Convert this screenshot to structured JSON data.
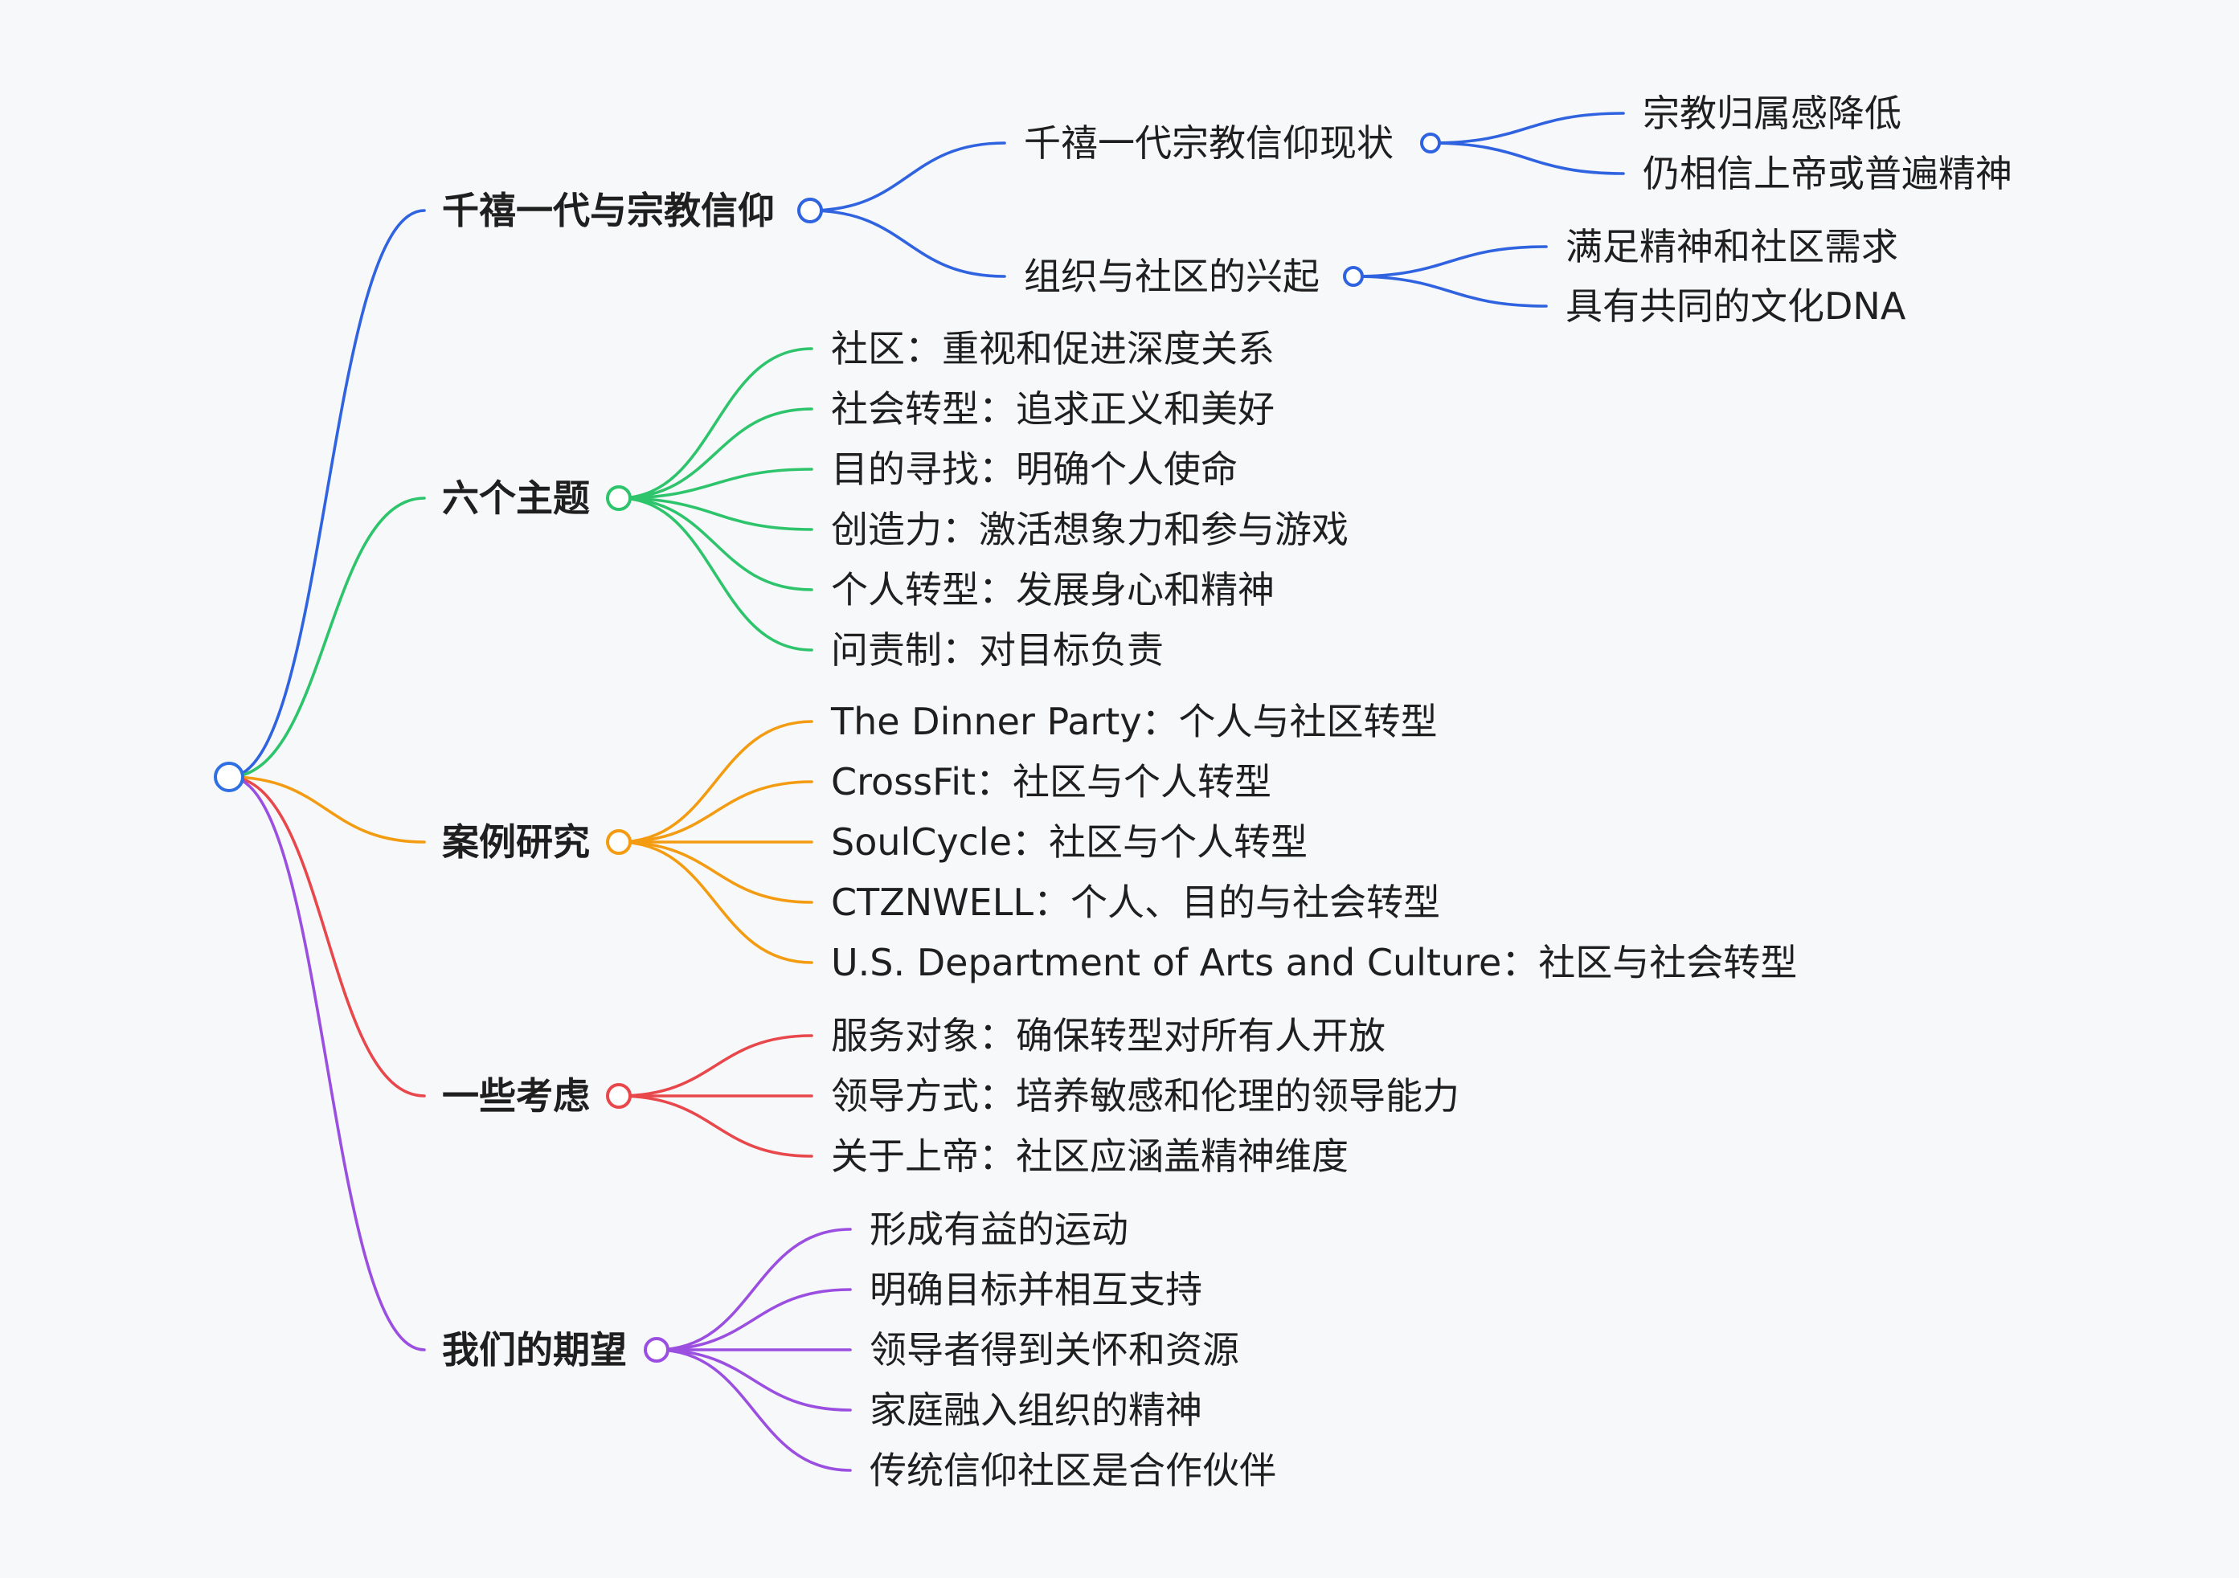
{
  "colors": {
    "root": "#2f6fe4",
    "blue": "#2f63e0",
    "green": "#2ec46c",
    "orange": "#f39c12",
    "red": "#e8474b",
    "purple": "#9b4fe0",
    "text": "#1f1f1f",
    "background": "#f7f8fa"
  },
  "branches": [
    {
      "id": "faith",
      "label": "千禧一代与宗教信仰",
      "color": "blue",
      "children": [
        {
          "label": "千禧一代宗教信仰现状",
          "children": [
            "宗教归属感降低",
            "仍相信上帝或普遍精神"
          ]
        },
        {
          "label": "组织与社区的兴起",
          "children": [
            "满足精神和社区需求",
            "具有共同的文化DNA"
          ]
        }
      ]
    },
    {
      "id": "themes",
      "label": "六个主题",
      "color": "green",
      "children": [
        {
          "label": "社区：重视和促进深度关系"
        },
        {
          "label": "社会转型：追求正义和美好"
        },
        {
          "label": "目的寻找：明确个人使命"
        },
        {
          "label": "创造力：激活想象力和参与游戏"
        },
        {
          "label": "个人转型：发展身心和精神"
        },
        {
          "label": "问责制：对目标负责"
        }
      ]
    },
    {
      "id": "cases",
      "label": "案例研究",
      "color": "orange",
      "children": [
        {
          "label": "The Dinner Party：个人与社区转型"
        },
        {
          "label": "CrossFit：社区与个人转型"
        },
        {
          "label": "SoulCycle：社区与个人转型"
        },
        {
          "label": "CTZNWELL：个人、目的与社会转型"
        },
        {
          "label": "U.S. Department of Arts and Culture：社区与社会转型"
        }
      ]
    },
    {
      "id": "considerations",
      "label": "一些考虑",
      "color": "red",
      "children": [
        {
          "label": "服务对象：确保转型对所有人开放"
        },
        {
          "label": "领导方式：培养敏感和伦理的领导能力"
        },
        {
          "label": "关于上帝：社区应涵盖精神维度"
        }
      ]
    },
    {
      "id": "hopes",
      "label": "我们的期望",
      "color": "purple",
      "children": [
        {
          "label": "形成有益的运动"
        },
        {
          "label": "明确目标并相互支持"
        },
        {
          "label": "领导者得到关怀和资源"
        },
        {
          "label": "家庭融入组织的精神"
        },
        {
          "label": "传统信仰社区是合作伙伴"
        }
      ]
    }
  ]
}
